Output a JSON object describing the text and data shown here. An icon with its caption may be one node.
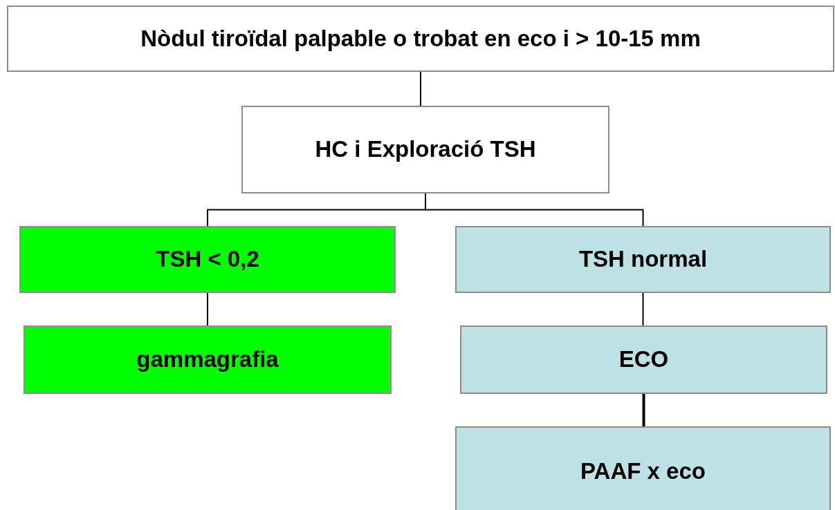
{
  "diagram": {
    "nodes": [
      {
        "text": [
          "Nòdul tiroïdal palpable o trobat en eco i > 10-15 mm"
        ]
      },
      {
        "text": [
          "HC i Exploració TSH"
        ]
      },
      {
        "text": [
          "TSH < 0,2"
        ]
      },
      {
        "text": [
          "TSH normal"
        ]
      },
      {
        "text": [
          "gammagrafia"
        ]
      },
      {
        "text": [
          "ECO"
        ]
      },
      {
        "text": [
          "PAAF x eco"
        ]
      }
    ],
    "edges": [
      {
        "from": 0,
        "to": 1,
        "arrow": "none"
      },
      {
        "from": 1,
        "to": 2,
        "arrow": "none"
      },
      {
        "from": 1,
        "to": 3,
        "arrow": "none"
      },
      {
        "from": 2,
        "to": 4,
        "arrow": "none"
      },
      {
        "from": 3,
        "to": 5,
        "arrow": "none"
      },
      {
        "from": 5,
        "to": 6,
        "arrow": "none",
        "style": "thick"
      }
    ]
  }
}
